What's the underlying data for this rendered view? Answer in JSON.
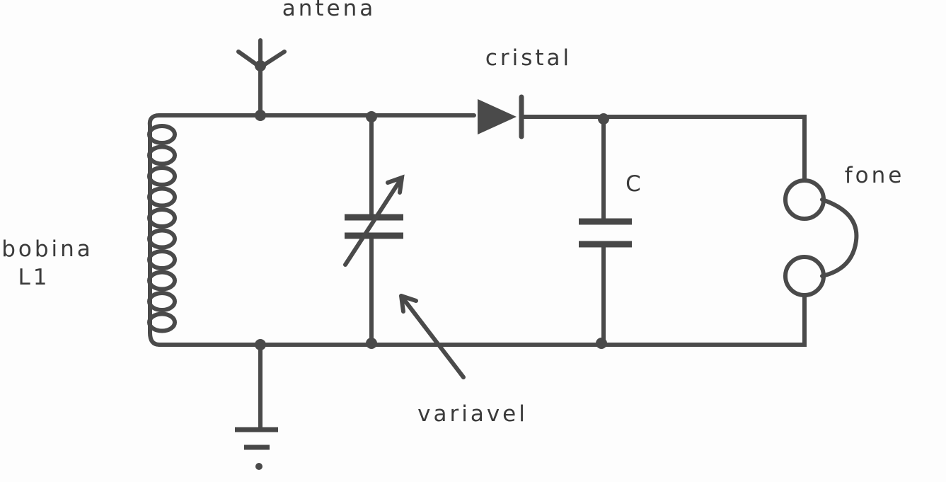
{
  "labels": {
    "antenna": "antena",
    "crystal": "cristal",
    "capacitor": "C",
    "phone": "fone",
    "coil": "bobina",
    "coil_id": "L1",
    "variable": "variavel"
  },
  "colors": {
    "ink": "#4a4a4a",
    "paper": "#fdfdfd"
  }
}
